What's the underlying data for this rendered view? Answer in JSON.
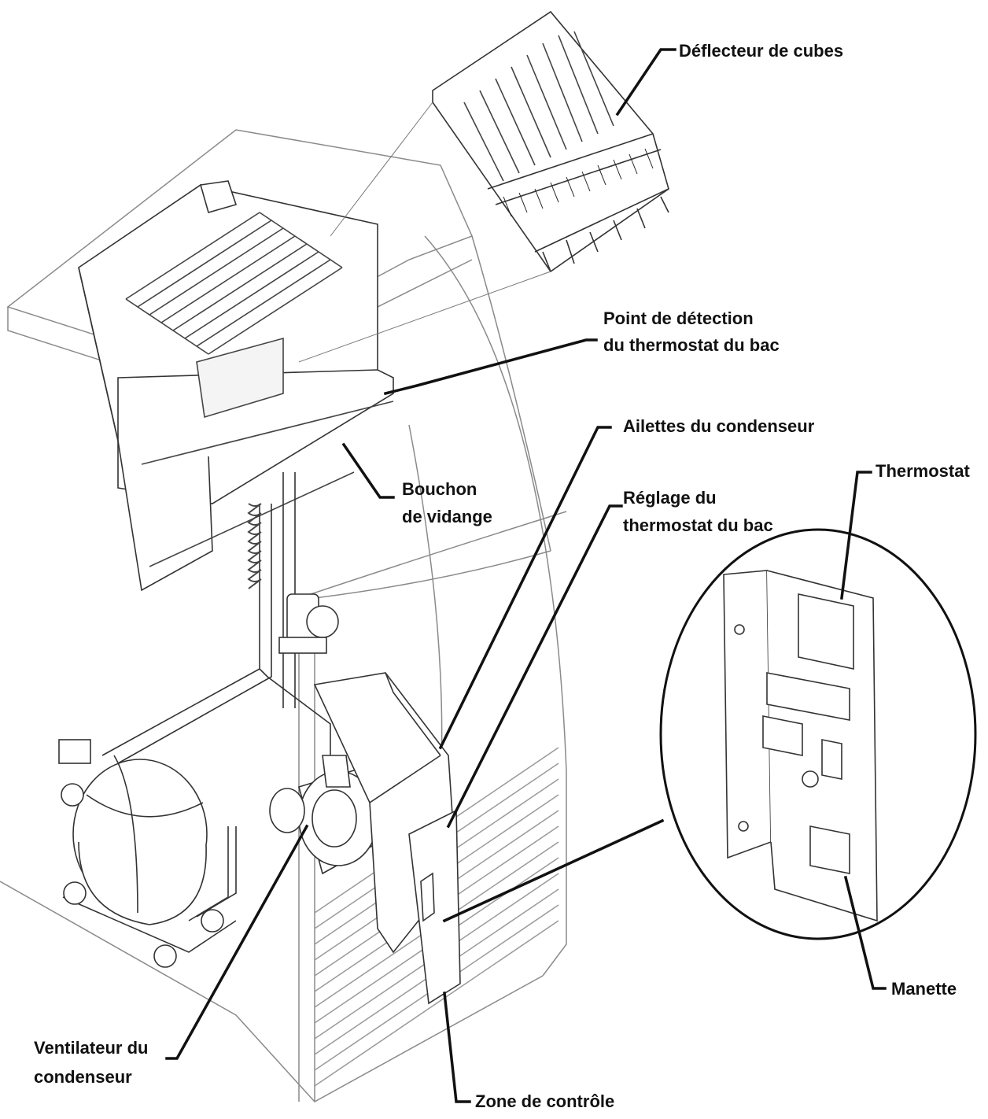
{
  "labels": {
    "cube_deflector": "Déflecteur de cubes",
    "detection_point": {
      "line1": "Point de détection",
      "line2": "du thermostat du bac"
    },
    "condenser_fins": "Ailettes du condenseur",
    "drain_plug": {
      "line1": "Bouchon",
      "line2": "de vidange"
    },
    "thermostat": "Thermostat",
    "bin_thermostat_setting": {
      "line1": "Réglage du",
      "line2": "thermostat du bac"
    },
    "handle": "Manette",
    "condenser_fan": {
      "line1": "Ventilateur du",
      "line2": "condenseur"
    },
    "control_zone": "Zone de contrôle"
  },
  "colors": {
    "ink": "#111111",
    "line": "#444444",
    "faint": "#9a9a9a",
    "background": "#ffffff"
  }
}
